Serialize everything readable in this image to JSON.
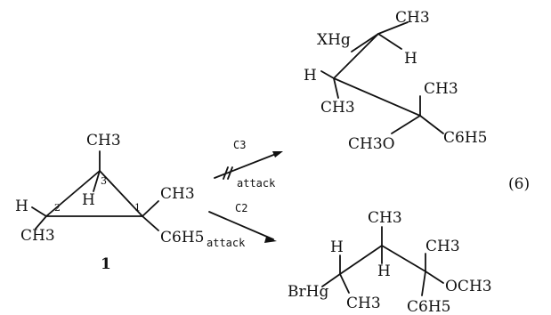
{
  "reactant": {
    "label": "1",
    "atoms": {
      "c3_methyl": "CH3",
      "c1_methyl": "CH3",
      "c1_phenyl": "C6H5",
      "c2_h": "H",
      "c2_methyl": "CH3",
      "c3_h": "H"
    },
    "ring_numbers": [
      "1",
      "2",
      "3"
    ]
  },
  "arrows": {
    "top": {
      "sub": "C3",
      "label": "attack",
      "blocked": true
    },
    "bottom": {
      "sub": "C2",
      "label": "attack",
      "blocked": false
    }
  },
  "product_top": {
    "xhg": "XHg",
    "ch3_a": "CH3",
    "h_a": "H",
    "h_b": "H",
    "ch3_b": "CH3",
    "ch3_c": "CH3",
    "ch3o": "CH3O",
    "c6h5": "C6H5"
  },
  "product_bottom": {
    "ch3_top": "CH3",
    "h_left": "H",
    "h_mid": "H",
    "ch3_right": "CH3",
    "och3": "OCH3",
    "brhg": "BrHg",
    "ch3_bottom": "CH3",
    "c6h5": "C6H5"
  },
  "equation_number": "(6)"
}
